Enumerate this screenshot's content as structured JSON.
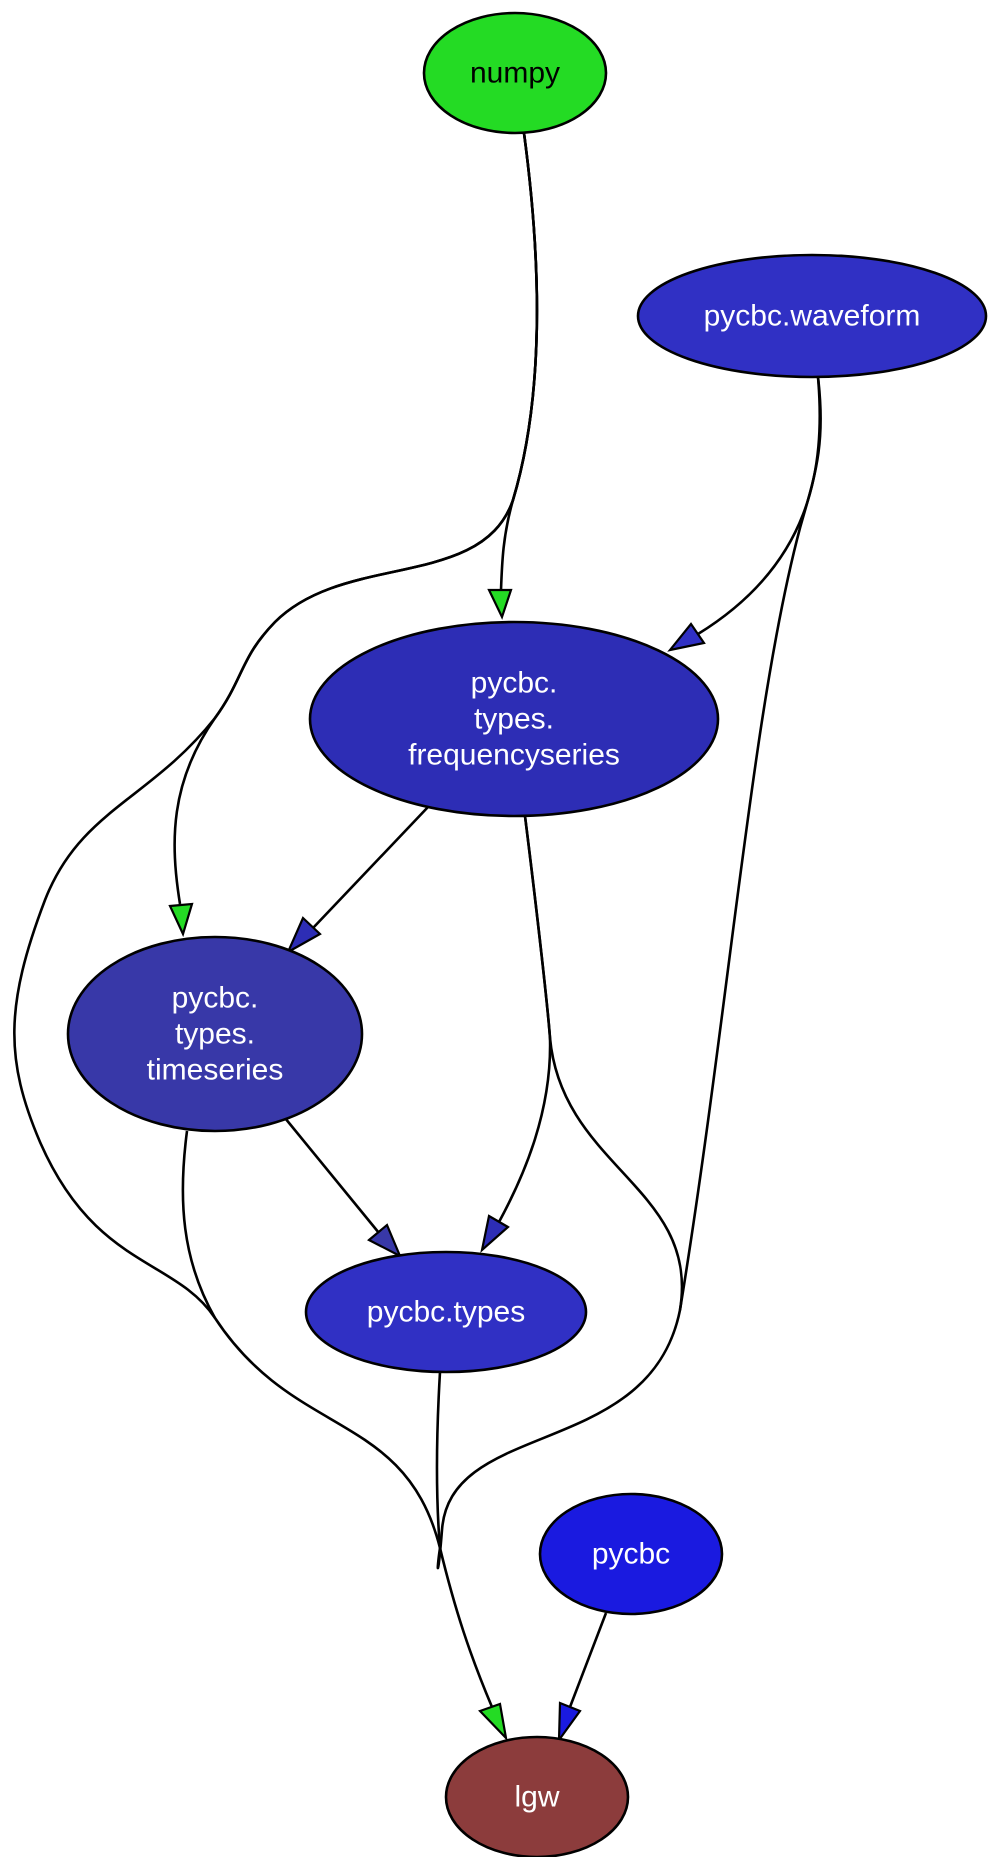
{
  "nodes": [
    {
      "id": "numpy",
      "lines": [
        "numpy"
      ],
      "fill": "#24db24",
      "text_color": "#000000"
    },
    {
      "id": "pycbc_waveform",
      "lines": [
        "pycbc.waveform"
      ],
      "fill": "#3030c4",
      "text_color": "#ffffff"
    },
    {
      "id": "pycbc_types_frequencyseries",
      "lines": [
        "pycbc.",
        "types.",
        "frequencyseries"
      ],
      "fill": "#2d2db5",
      "text_color": "#ffffff"
    },
    {
      "id": "pycbc_types_timeseries",
      "lines": [
        "pycbc.",
        "types.",
        "timeseries"
      ],
      "fill": "#3838a8",
      "text_color": "#ffffff"
    },
    {
      "id": "pycbc_types",
      "lines": [
        "pycbc.types"
      ],
      "fill": "#3030c4",
      "text_color": "#ffffff"
    },
    {
      "id": "pycbc",
      "lines": [
        "pycbc"
      ],
      "fill": "#1a1ae0",
      "text_color": "#ffffff"
    },
    {
      "id": "lgw",
      "lines": [
        "lgw"
      ],
      "fill": "#8c3c3c",
      "text_color": "#ffffff"
    }
  ],
  "edges": [
    {
      "from": "numpy",
      "to": "pycbc_types_frequencyseries",
      "arrow_color": "#24db24"
    },
    {
      "from": "numpy",
      "to": "pycbc_types_timeseries",
      "arrow_color": "#24db24"
    },
    {
      "from": "numpy",
      "to": "lgw",
      "arrow_color": "#24db24"
    },
    {
      "from": "pycbc_waveform",
      "to": "pycbc_types_frequencyseries",
      "arrow_color": "#3030c4"
    },
    {
      "from": "pycbc_waveform",
      "to": "lgw",
      "arrow_color": "#3030c4"
    },
    {
      "from": "pycbc_types_frequencyseries",
      "to": "pycbc_types_timeseries",
      "arrow_color": "#2d2db5"
    },
    {
      "from": "pycbc_types_frequencyseries",
      "to": "pycbc_types",
      "arrow_color": "#2d2db5"
    },
    {
      "from": "pycbc_types_frequencyseries",
      "to": "lgw",
      "arrow_color": "#2d2db5"
    },
    {
      "from": "pycbc_types_timeseries",
      "to": "pycbc_types",
      "arrow_color": "#3838a8"
    },
    {
      "from": "pycbc_types_timeseries",
      "to": "lgw",
      "arrow_color": "#3838a8"
    },
    {
      "from": "pycbc_types",
      "to": "lgw",
      "arrow_color": "#3030c4"
    },
    {
      "from": "pycbc",
      "to": "lgw",
      "arrow_color": "#1a1ae0"
    }
  ]
}
